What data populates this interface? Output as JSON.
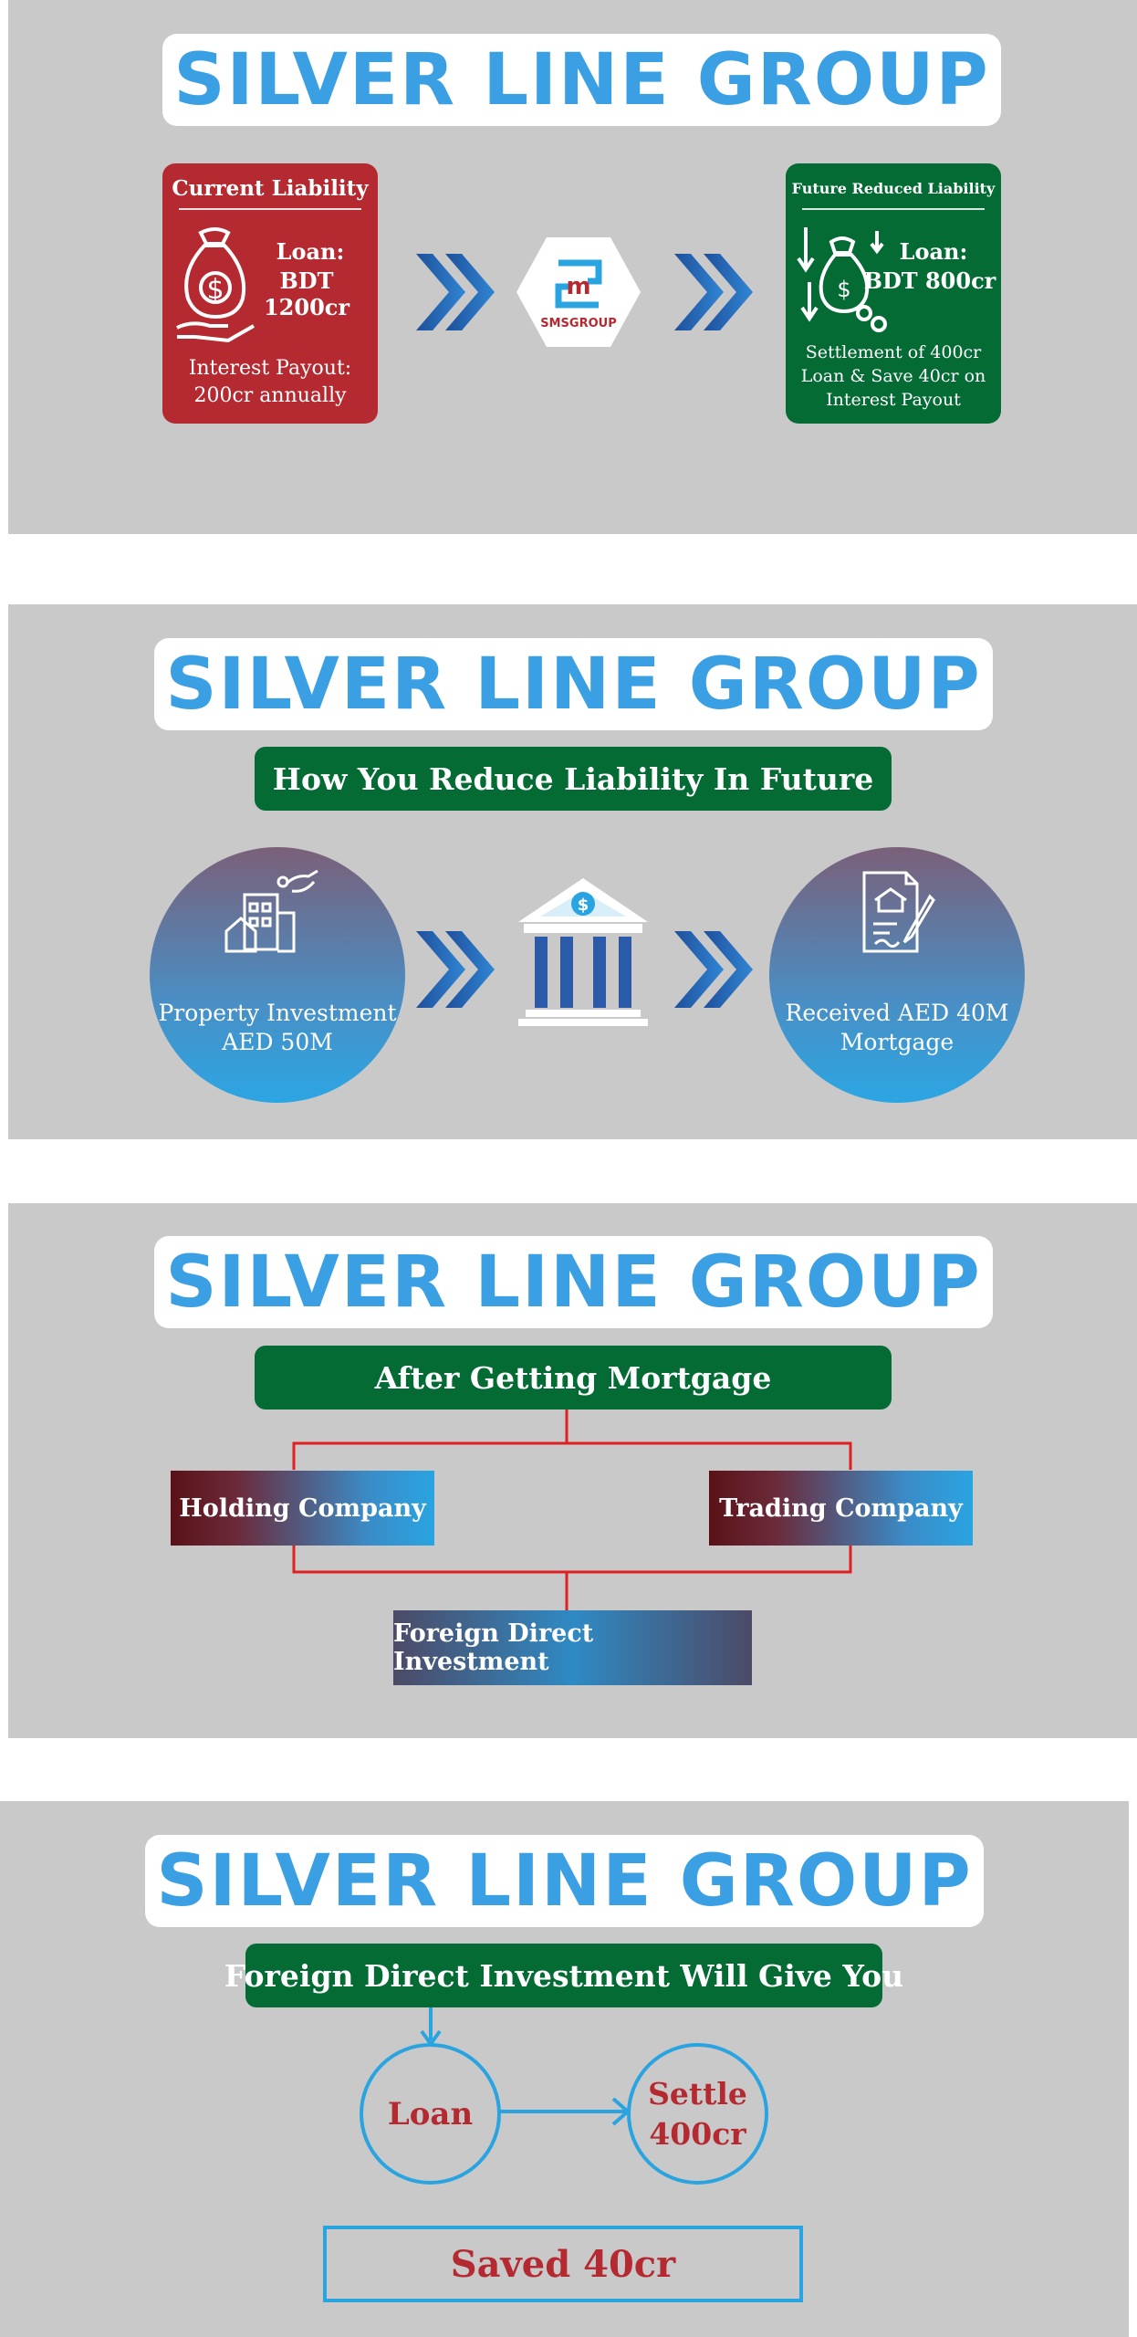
{
  "brand_title": "SILVER LINE GROUP",
  "colors": {
    "brand_blue": "#3b9fe3",
    "green": "#046b35",
    "red": "#b52a31",
    "panel_gray": "#c9c9c9",
    "line_red": "#e02020",
    "line_blue": "#29a4e1"
  },
  "panel1": {
    "current": {
      "title": "Current Liability",
      "loan": "Loan:",
      "amount": "BDT 1200cr",
      "payout": "Interest Payout:",
      "payout_value": "200cr annually",
      "icon": "money-bag-hand-icon"
    },
    "logo": {
      "name": "SMSGROUP",
      "icon": "sms-group-logo"
    },
    "future": {
      "title": "Future Reduced Liability",
      "loan": "Loan:",
      "amount": "BDT 800cr",
      "line1": "Settlement of 400cr",
      "line2": "Loan & Save 40cr on",
      "line3": "Interest Payout",
      "icon": "money-bag-down-arrows-icon"
    }
  },
  "panel2": {
    "heading": "How You Reduce Liability In Future",
    "left": {
      "line1": "Property Investment",
      "line2": "AED 50M",
      "icon": "property-investment-icon"
    },
    "center": {
      "icon": "bank-icon"
    },
    "right": {
      "line1": "Received AED 40M",
      "line2": "Mortgage",
      "icon": "mortgage-document-icon"
    }
  },
  "panel3": {
    "heading": "After Getting Mortgage",
    "holding": "Holding Company",
    "trading": "Trading Company",
    "fdi": "Foreign Direct Investment"
  },
  "panel4": {
    "heading": "Foreign Direct Investment Will Give You",
    "loan": "Loan",
    "settle_line1": "Settle",
    "settle_line2": "400cr",
    "saved": "Saved 40cr"
  }
}
